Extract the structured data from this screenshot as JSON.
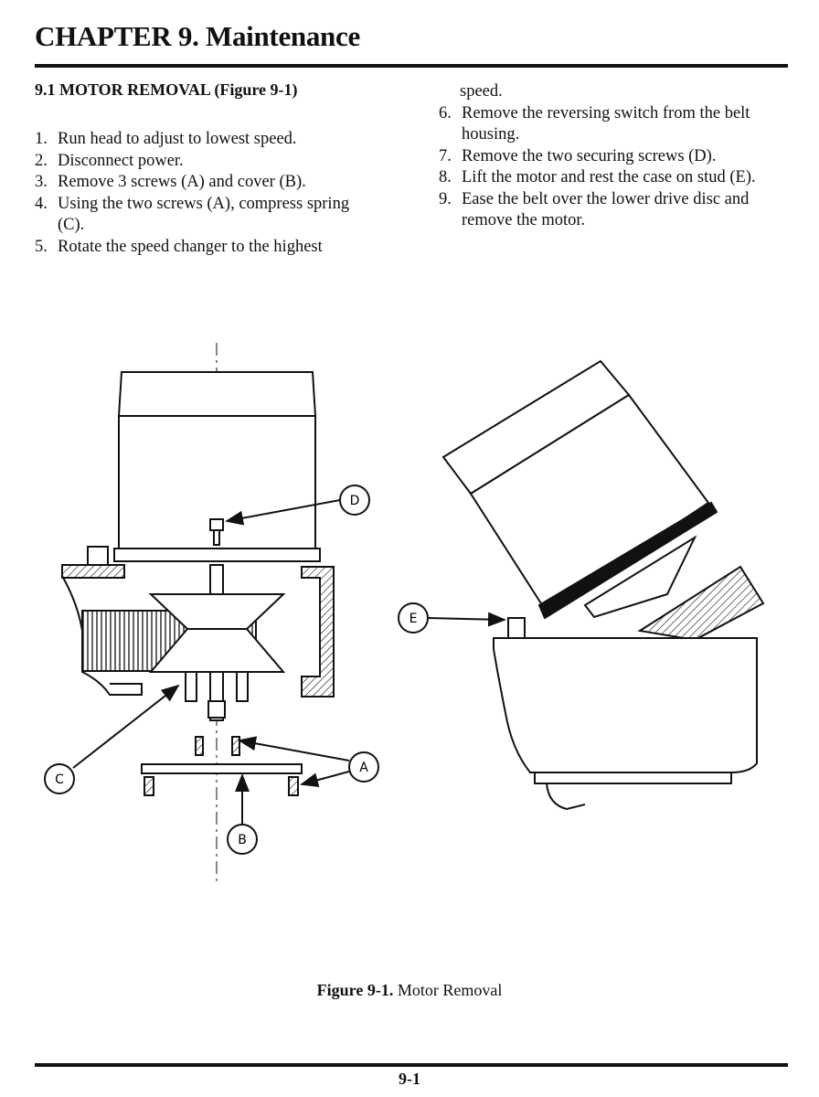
{
  "header": {
    "chapter_title": "CHAPTER 9.  Maintenance"
  },
  "section": {
    "heading": "9.1  MOTOR REMOVAL  (Figure 9-1)"
  },
  "steps_left": [
    {
      "num": "1.",
      "text": "Run head to adjust to lowest speed."
    },
    {
      "num": "2.",
      "text": "Disconnect power."
    },
    {
      "num": "3.",
      "text": "Remove 3 screws (A) and cover (B)."
    },
    {
      "num": "4.",
      "text": "Using the two screws (A), compress spring (C)."
    },
    {
      "num": "5.",
      "text": "Rotate the speed changer to the highest"
    }
  ],
  "step5_continued": "speed.",
  "steps_right": [
    {
      "num": "6.",
      "text": "Remove the reversing switch from the belt housing."
    },
    {
      "num": "7.",
      "text": "Remove the two securing screws (D)."
    },
    {
      "num": "8.",
      "text": "Lift the motor and rest the case on stud (E)."
    },
    {
      "num": "9.",
      "text": "Ease the belt over the lower drive disc and remove the motor."
    }
  ],
  "figure": {
    "labels": {
      "a": "A",
      "b": "B",
      "c": "C",
      "d": "D",
      "e": "E"
    },
    "caption_number": "Figure 9-1.",
    "caption_text": "Motor Removal"
  },
  "footer": {
    "page_number": "9-1"
  }
}
